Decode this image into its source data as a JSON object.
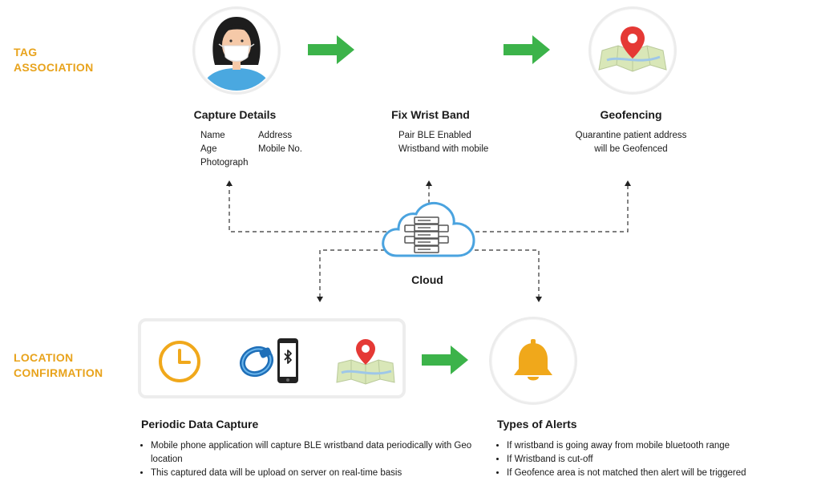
{
  "sections": {
    "tag_association": [
      "TAG",
      "ASSOCIATION"
    ],
    "location_confirmation": [
      "LOCATION",
      "CONFIRMATION"
    ]
  },
  "steps": {
    "capture": {
      "title": "Capture Details",
      "fields_left": [
        "Name",
        "Age",
        "Photograph"
      ],
      "fields_right": [
        "Address",
        "Mobile No."
      ]
    },
    "wristband": {
      "title": "Fix Wrist Band",
      "lines": [
        "Pair BLE Enabled",
        "Wristband with mobile"
      ]
    },
    "geofencing": {
      "title": "Geofencing",
      "lines": [
        "Quarantine patient address",
        "will be Geofenced"
      ]
    }
  },
  "cloud": {
    "label": "Cloud"
  },
  "periodic": {
    "title": "Periodic Data Capture",
    "bullets": [
      "Mobile phone application will capture BLE wristband data periodically with Geo location",
      "This captured data will be upload on server on real-time basis"
    ]
  },
  "alerts": {
    "title": "Types of Alerts",
    "bullets": [
      "If wristband is going away from mobile bluetooth range",
      "If Wristband is cut-off",
      "If Geofence area is not matched then alert will be triggered"
    ]
  },
  "colors": {
    "section_label": "#e8a31c",
    "arrow_green": "#3cb34a",
    "cloud_blue": "#4aa3df",
    "pin_red": "#e53935",
    "clock_orange": "#f0a81b",
    "bell_orange": "#f0a81b",
    "skin": "#f5c9a8"
  },
  "icons": {
    "person": "person-with-mask-icon",
    "map": "map-pin-icon",
    "cloud": "cloud-server-icon",
    "clock": "clock-icon",
    "wristband": "wristband-icon",
    "phone": "bluetooth-phone-icon",
    "bell": "bell-icon"
  }
}
